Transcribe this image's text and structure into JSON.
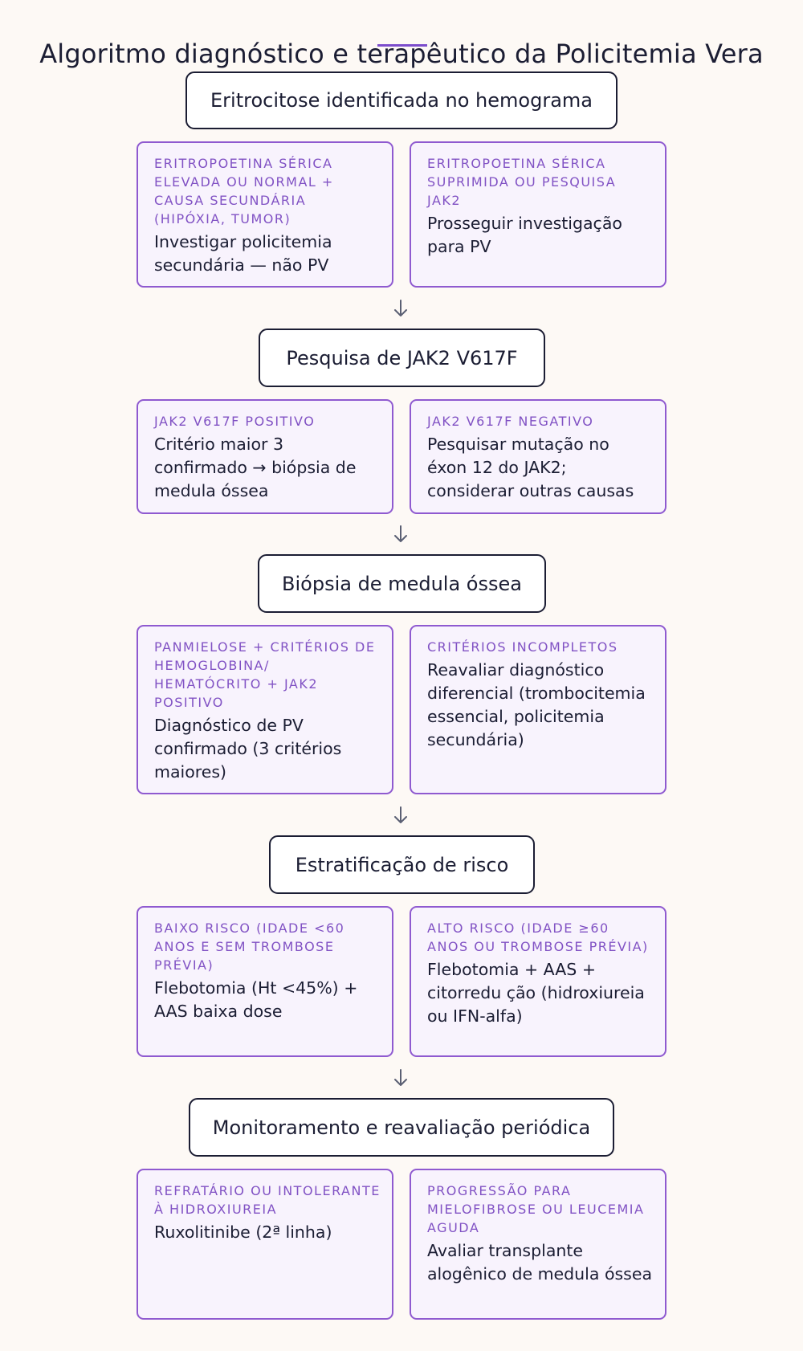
{
  "title": "Algoritmo diagnóstico e terapêutico da Policitemia Vera",
  "steps": [
    {
      "label": "Eritrocitose identificada no hemograma",
      "options": [
        {
          "condition": "Eritropoetina sérica elevada ou normal + causa secundária (hipóxia, tumor)",
          "result": "Investigar policitemia secundária — não PV"
        },
        {
          "condition": "Eritropoetina sérica suprimida ou pesquisa JAK2",
          "result": "Prosseguir investigação para PV"
        }
      ]
    },
    {
      "label": "Pesquisa de JAK2 V617F",
      "options": [
        {
          "condition": "JAK2 V617F positivo",
          "result": "Critério maior 3 confirmado → biópsia de medula óssea"
        },
        {
          "condition": "JAK2 V617F negativo",
          "result": "Pesquisar mutação no éxon 12 do JAK2; considerar outras causas"
        }
      ]
    },
    {
      "label": "Biópsia de medula óssea",
      "options": [
        {
          "condition": "Panmielose + critérios de hemoglobina/ hematócrito + JAK2 positivo",
          "result": "Diagnóstico de PV confirmado (3 critérios maiores)"
        },
        {
          "condition": "Critérios incompletos",
          "result": "Reavaliar diagnóstico diferencial (trombocitemia essencial, policitemia secundária)"
        }
      ]
    },
    {
      "label": "Estratificação de risco",
      "options": [
        {
          "condition": "Baixo risco (idade <60 anos e sem trombose prévia)",
          "result": "Flebotomia (Ht <45%) + AAS baixa dose"
        },
        {
          "condition": "Alto risco (idade ≥60 anos ou trombose prévia)",
          "result": "Flebotomia + AAS + citorredu ção (hidroxiureia ou IFN-alfa)"
        }
      ]
    },
    {
      "label": "Monitoramento e reavaliação periódica",
      "options": [
        {
          "condition": "Refratário ou intolerante à hidroxiureia",
          "result": "Ruxolitinibe (2ª linha)"
        },
        {
          "condition": "Progressão para mielofibrose ou leucemia aguda",
          "result": "Avaliar transplante alogênico de medula óssea"
        }
      ]
    }
  ]
}
